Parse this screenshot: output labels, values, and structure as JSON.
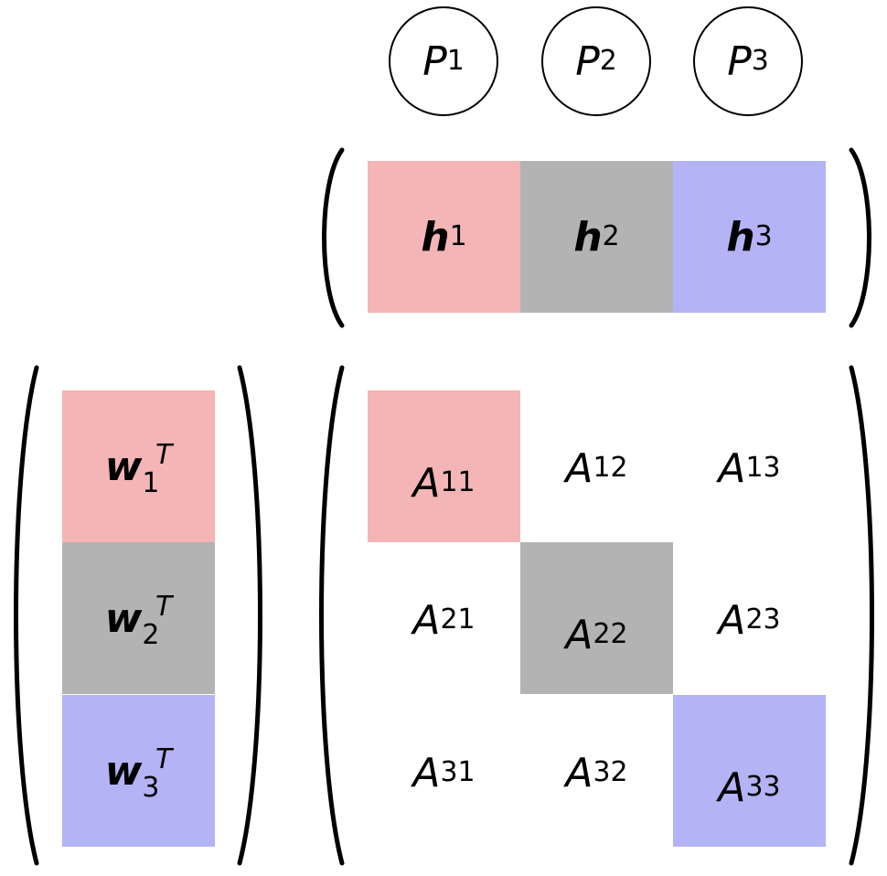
{
  "colors": {
    "p1": "#f3b5b5",
    "p2": "#b3b3b3",
    "p3": "#b3b3f5"
  },
  "processors": [
    {
      "symbol": "P",
      "index": "1"
    },
    {
      "symbol": "P",
      "index": "2"
    },
    {
      "symbol": "P",
      "index": "3"
    }
  ],
  "h_vector": [
    {
      "symbol": "h",
      "index": "1"
    },
    {
      "symbol": "h",
      "index": "2"
    },
    {
      "symbol": "h",
      "index": "3"
    }
  ],
  "w_vector": [
    {
      "symbol": "w",
      "index": "1",
      "sup": "T"
    },
    {
      "symbol": "w",
      "index": "2",
      "sup": "T"
    },
    {
      "symbol": "w",
      "index": "3",
      "sup": "T"
    }
  ],
  "matrix": [
    [
      {
        "symbol": "A",
        "index": "11"
      },
      {
        "symbol": "A",
        "index": "12"
      },
      {
        "symbol": "A",
        "index": "13"
      }
    ],
    [
      {
        "symbol": "A",
        "index": "21"
      },
      {
        "symbol": "A",
        "index": "22"
      },
      {
        "symbol": "A",
        "index": "23"
      }
    ],
    [
      {
        "symbol": "A",
        "index": "31"
      },
      {
        "symbol": "A",
        "index": "32"
      },
      {
        "symbol": "A",
        "index": "33"
      }
    ]
  ]
}
